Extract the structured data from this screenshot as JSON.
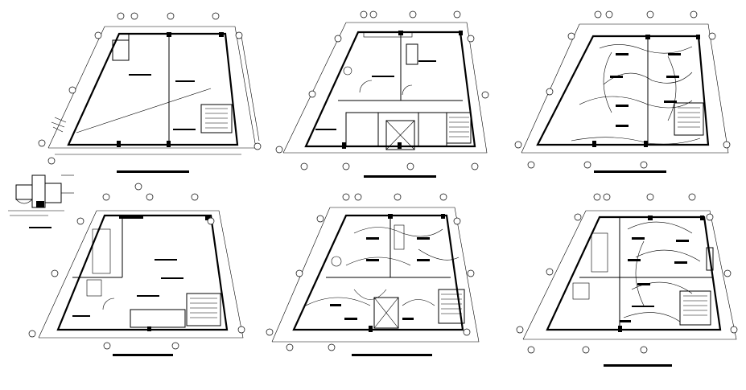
{
  "sheet": {
    "background": "#ffffff",
    "ink": "#000000"
  },
  "plans": [
    {
      "id": "plan-1",
      "kind": "architectural-layout"
    },
    {
      "id": "plan-2",
      "kind": "architectural-layout"
    },
    {
      "id": "plan-3",
      "kind": "electrical-layout"
    },
    {
      "id": "plan-4",
      "kind": "architectural-layout"
    },
    {
      "id": "plan-5",
      "kind": "electrical-layout"
    },
    {
      "id": "plan-6",
      "kind": "electrical-layout"
    }
  ],
  "detail": {
    "id": "toilet-section-detail"
  }
}
